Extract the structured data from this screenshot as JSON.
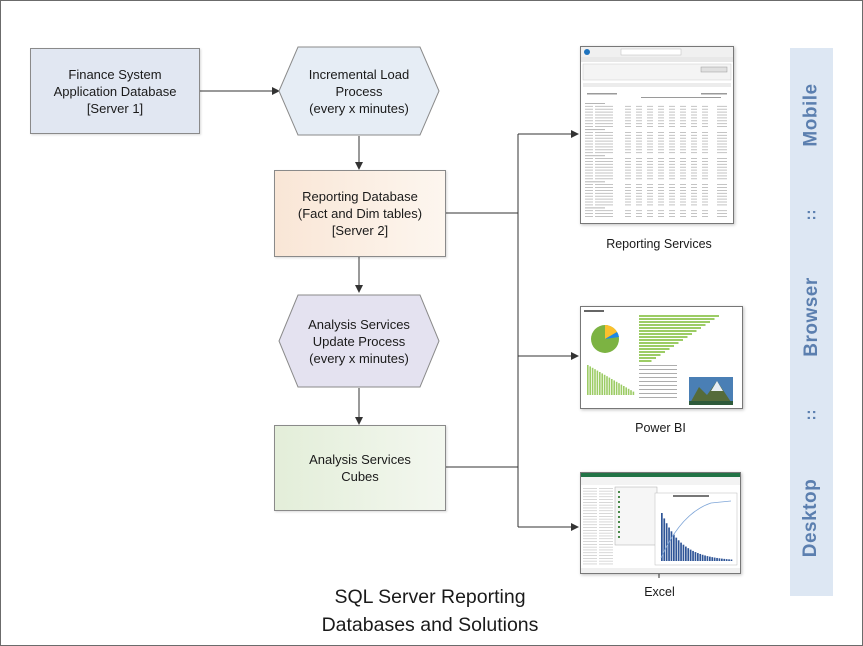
{
  "nodes": {
    "finance": {
      "lines": [
        "Finance System",
        "Application Database",
        "[Server 1]"
      ]
    },
    "incremental": {
      "lines": [
        "Incremental Load",
        "Process",
        "(every x minutes)"
      ]
    },
    "reporting_db": {
      "lines": [
        "Reporting Database",
        "(Fact and Dim tables)",
        "[Server 2]"
      ]
    },
    "as_update": {
      "lines": [
        "Analysis Services",
        "Update Process",
        "(every x minutes)"
      ]
    },
    "as_cubes": {
      "lines": [
        "Analysis Services",
        "Cubes"
      ]
    }
  },
  "outputs": [
    {
      "caption": "Reporting Services"
    },
    {
      "caption": "Power BI"
    },
    {
      "caption": "Excel"
    }
  ],
  "sidebar": {
    "labels": [
      "Mobile",
      "Browser",
      "Desktop"
    ],
    "separator": "::"
  },
  "title": {
    "lines": [
      "SQL Server Reporting",
      "Databases and Solutions"
    ]
  },
  "colors": {
    "finance_fill": "#e1e7f2",
    "incremental_fill": "#e6edf5",
    "reporting_fill": "#fbeee3",
    "as_update_fill": "#e4e2f0",
    "as_cubes_fill": "#eaf2e3",
    "sidebar_fill": "#dde7f3",
    "sidebar_text": "#5b7faf",
    "connector": "#333333"
  }
}
